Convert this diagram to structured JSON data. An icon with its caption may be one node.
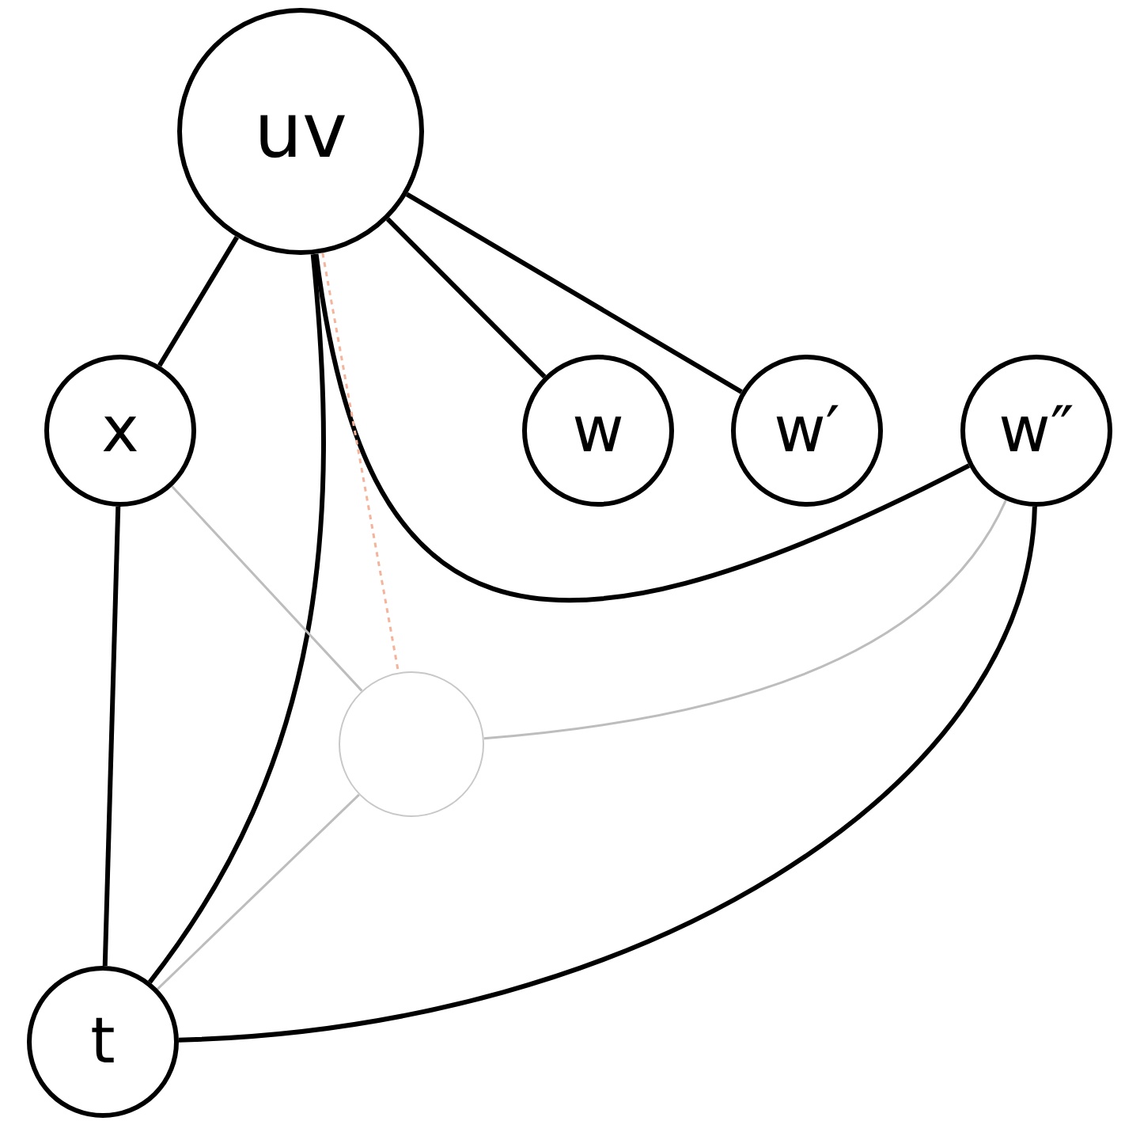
{
  "diagram": {
    "nodes": [
      {
        "text": [
          "uv"
        ]
      },
      {
        "text": [
          "x"
        ]
      },
      {
        "text": [
          "w"
        ]
      },
      {
        "text": [
          "w′"
        ]
      },
      {
        "text": [
          "w″"
        ]
      },
      {
        "text": [],
        "shape": "circle"
      },
      {
        "text": [
          "t"
        ]
      }
    ],
    "edges": [
      {
        "from": 0,
        "to": 1,
        "arrow": "none"
      },
      {
        "from": 0,
        "to": 2,
        "arrow": "none"
      },
      {
        "from": 0,
        "to": 3,
        "arrow": "none"
      },
      {
        "from": 0,
        "to": 4,
        "arrow": "none"
      },
      {
        "from": 0,
        "to": 6,
        "arrow": "none"
      },
      {
        "from": 1,
        "to": 6,
        "arrow": "none"
      },
      {
        "from": 6,
        "to": 4,
        "arrow": "none"
      },
      {
        "from": 1,
        "to": 5,
        "arrow": "none",
        "color": "#bdbdbd"
      },
      {
        "from": 6,
        "to": 5,
        "arrow": "none",
        "color": "#bdbdbd"
      },
      {
        "from": 5,
        "to": 4,
        "arrow": "none",
        "color": "#bdbdbd"
      },
      {
        "from": 0,
        "to": 5,
        "arrow": "none",
        "style": "dashed",
        "color": "#f4b49c"
      }
    ]
  }
}
